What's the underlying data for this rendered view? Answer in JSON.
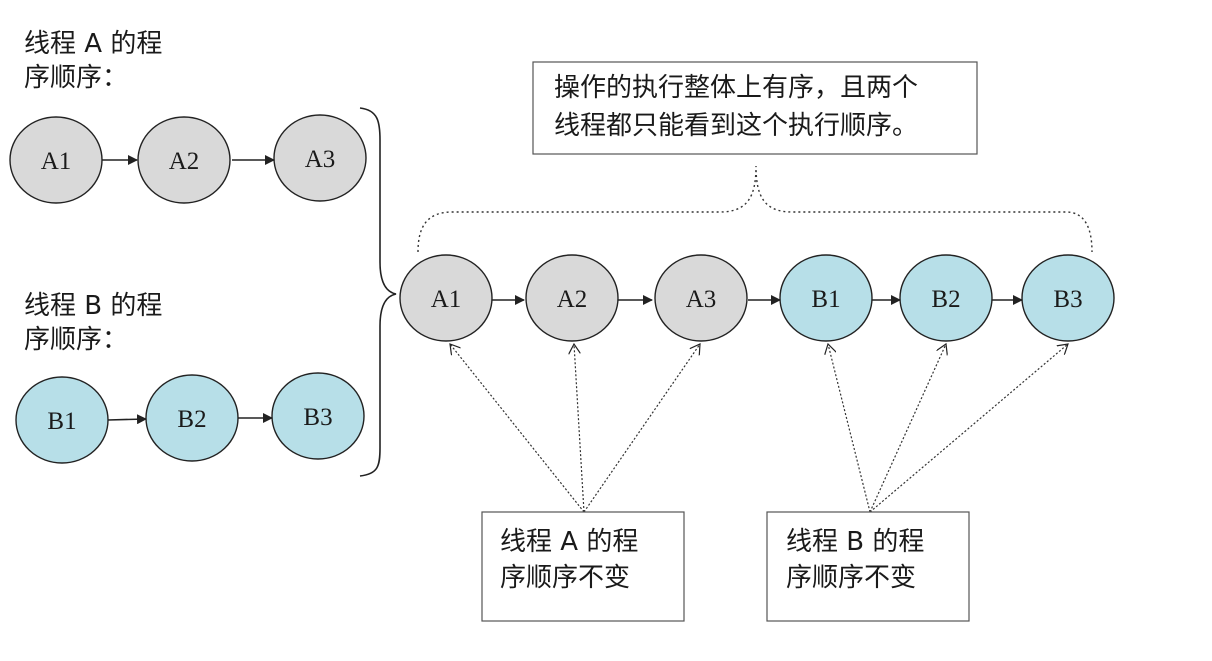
{
  "colors": {
    "thread_a_fill": "#d9d9d9",
    "thread_b_fill": "#b7dfe8",
    "stroke": "#222222",
    "background": "#ffffff"
  },
  "thread_a_caption": {
    "line1": "线程 A 的程",
    "line2": "序顺序："
  },
  "thread_b_caption": {
    "line1": "线程 B 的程",
    "line2": "序顺序："
  },
  "thread_a_nodes": [
    "A1",
    "A2",
    "A3"
  ],
  "thread_b_nodes": [
    "B1",
    "B2",
    "B3"
  ],
  "merged_nodes": [
    "A1",
    "A2",
    "A3",
    "B1",
    "B2",
    "B3"
  ],
  "top_callout": {
    "line1": "操作的执行整体上有序，且两个",
    "line2": "线程都只能看到这个执行顺序。"
  },
  "callout_a": {
    "line1": "线程 A 的程",
    "line2": "序顺序不变"
  },
  "callout_b": {
    "line1": "线程 B 的程",
    "line2": "序顺序不变"
  }
}
